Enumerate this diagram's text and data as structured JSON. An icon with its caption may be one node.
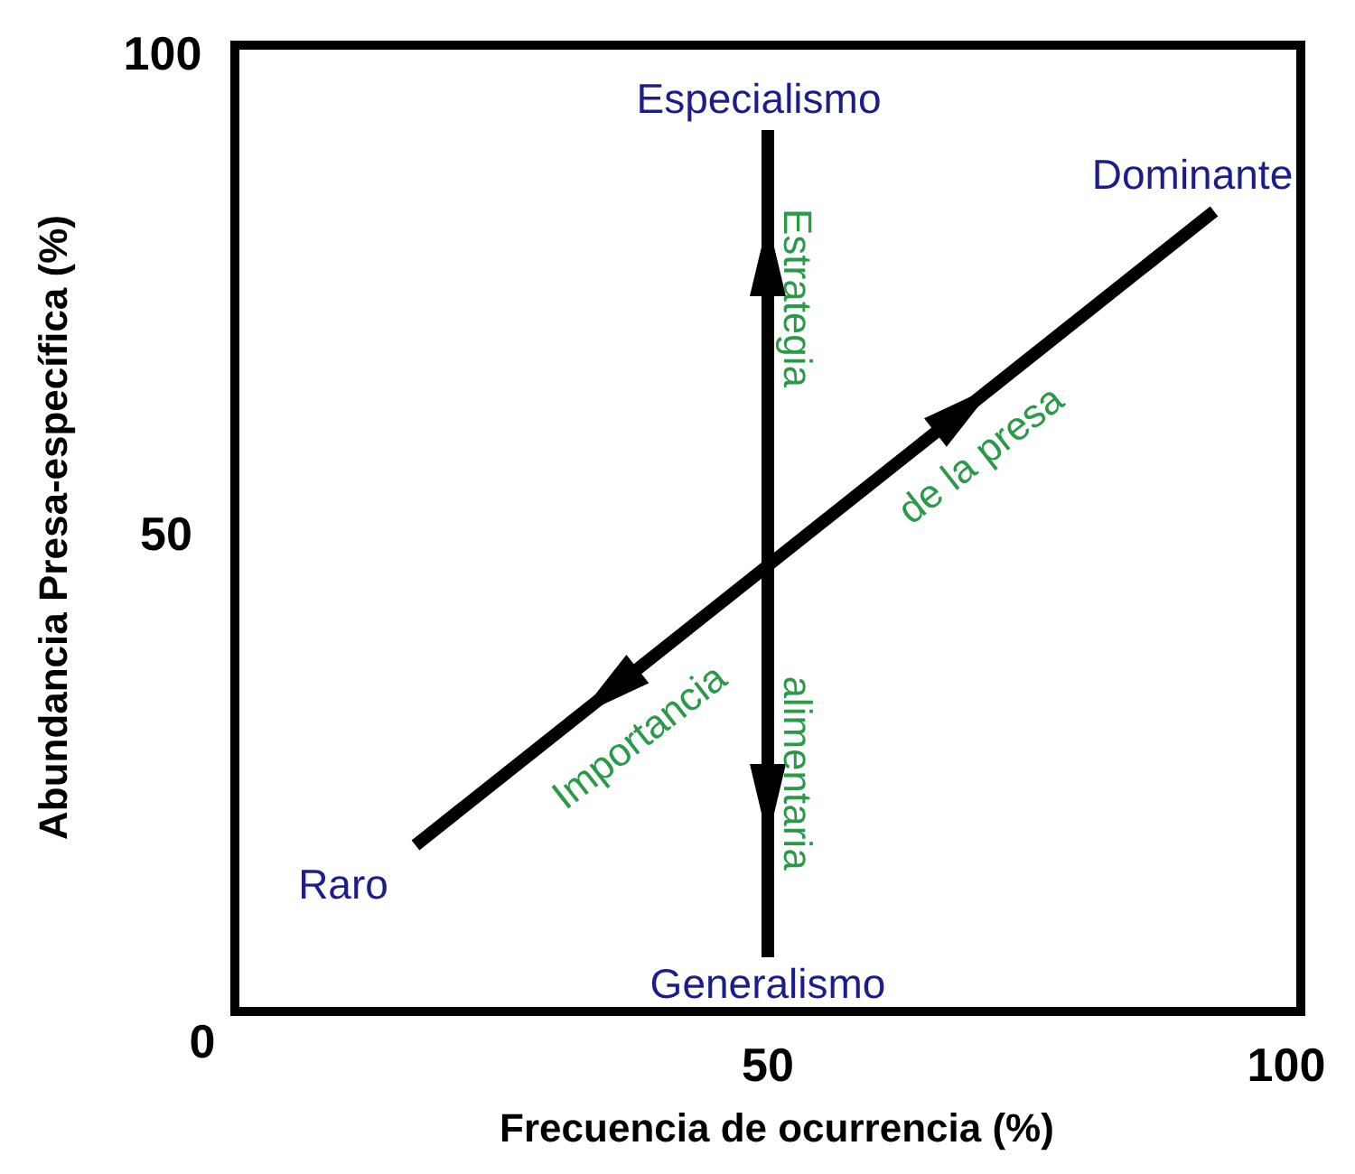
{
  "diagram": {
    "nodes": [
      {
        "text": [
          "Especialismo"
        ]
      },
      {
        "text": [
          "Generalismo"
        ]
      },
      {
        "text": [
          "Raro"
        ]
      },
      {
        "text": [
          "Dominante"
        ]
      }
    ],
    "edges": [
      {
        "from": 1,
        "to": 0,
        "arrow": "both"
      },
      {
        "from": 2,
        "to": 3,
        "arrow": "both"
      }
    ],
    "labels": [
      "Abundancia Presa-específica (%)",
      "100",
      "50",
      "0",
      "Estrategia",
      "alimentaria",
      "Importancia",
      "de la presa",
      "50",
      "100",
      "Frecuencia de ocurrencia (%)"
    ]
  }
}
